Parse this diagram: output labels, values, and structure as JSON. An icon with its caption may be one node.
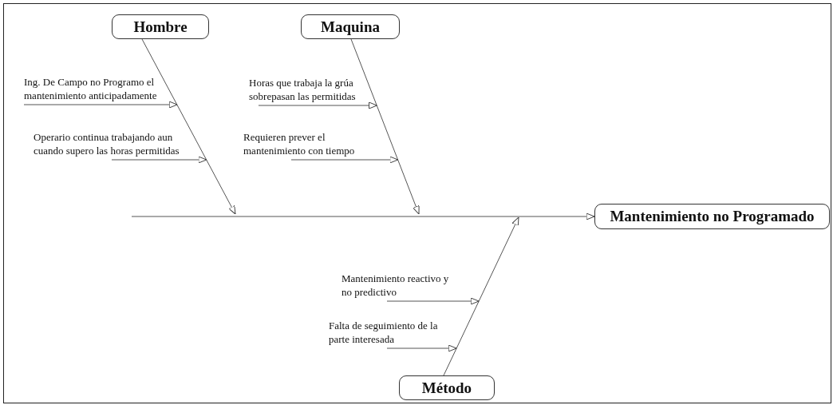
{
  "diagram": {
    "nodes": [
      {
        "text": [
          "Hombre"
        ]
      },
      {
        "text": [
          "Ing. De Campo no Programo el mantenimiento anticipadamente"
        ]
      },
      {
        "text": [
          "Operario continua trabajando aun cuando supero las horas permitidas"
        ]
      },
      {
        "text": [
          "Maquina"
        ]
      },
      {
        "text": [
          "Horas que trabaja la grúa sobrepasan las permitidas"
        ]
      },
      {
        "text": [
          "Requieren prever el mantenimiento con tiempo"
        ]
      },
      {
        "text": [
          "Mantenimiento no Programado"
        ]
      },
      {
        "text": [
          "Mantenimiento reactivo y no predictivo"
        ]
      },
      {
        "text": [
          "Falta de seguimiento de la parte interesada"
        ]
      },
      {
        "text": [
          "Método"
        ]
      }
    ],
    "edges": [
      {
        "from": null,
        "to": 6,
        "arrow": "to"
      },
      {
        "from": 0,
        "to": null,
        "arrow": "to"
      },
      {
        "from": 1,
        "to": null,
        "arrow": "to"
      },
      {
        "from": 2,
        "to": null,
        "arrow": "to"
      },
      {
        "from": 3,
        "to": null,
        "arrow": "to"
      },
      {
        "from": 4,
        "to": null,
        "arrow": "to"
      },
      {
        "from": 5,
        "to": null,
        "arrow": "to"
      },
      {
        "from": 9,
        "to": null,
        "arrow": "to"
      },
      {
        "from": 7,
        "to": null,
        "arrow": "to"
      },
      {
        "from": 8,
        "to": null,
        "arrow": "to"
      }
    ]
  }
}
